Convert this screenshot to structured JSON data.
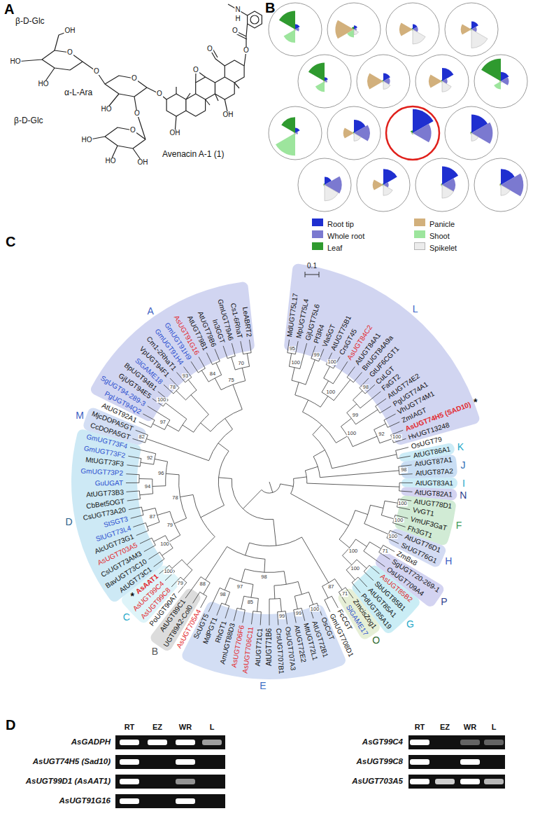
{
  "diagram": {
    "labels": [
      "A",
      "β-D-Glc",
      "α-L-Ara",
      "β-D-Glc",
      "Avenacin A-1 (1)",
      "HO",
      "OH",
      "O",
      "HO",
      "O",
      "O",
      "HO",
      "O",
      "O",
      "O",
      "HO",
      "HO",
      "OH",
      "OH",
      "OH",
      "O",
      "O",
      "O",
      "O",
      "N",
      "H",
      "B",
      "C",
      "0.1",
      "MdUGT75L17",
      "MpUGT75L4",
      "GjUGT75L6",
      "Pf3R4",
      "Vla5GT",
      "AtUGT75B1",
      "CrsGT45",
      "AsUGT84C2",
      "AtUGT84A1",
      "BnUGT84A9a",
      "GtUF6CGT1",
      "CuLGT",
      "FaGT2",
      "AtUGT74E2",
      "PgUGT74A1",
      "VhUGT74M1",
      "ZmIAGT",
      "AsUGT74H5 (SAD10)",
      "HvUGT13248",
      "OsUGT79",
      "AtUGT86A1",
      "AtUGT87A1",
      "AtUGT87A2",
      "AtUGT83A1",
      "AtUGT82A1",
      "AtUGT78D1",
      "VvGT1",
      "VmUF3GaT",
      "Fh3GT1",
      "AtUGT76D1",
      "SrUGT76G1",
      "ZmBx8",
      "SgUGT720-269-1",
      "OsUGT709A4",
      "AsUGT85B2",
      "SbUGT85B1",
      "AtUGT85A1",
      "PdUGT85A19",
      "ZmcisZog1",
      "SlGAME17",
      "FcCGT",
      "GmUGT708D1",
      "OsCGT",
      "AtUGT72B1",
      "MtUGT72L1",
      "AtUGT72E2",
      "OsUGT707A3",
      "CrsUGT707B1",
      "AtUGT71B6",
      "AtUGT71C1",
      "AsUGT706C11",
      "AsUGT706F6",
      "AmUGT88D3",
      "RhGT1",
      "MdPGT1",
      "ScUGT5",
      "AsUGT705A4",
      "UGT89A2-Col0",
      "AtUGT89C1",
      "PoUGT90A7",
      "AsUGT99C8",
      "AsUGT99C4",
      "AsAAT1",
      "AtUGT73C1",
      "BavUGT73C10",
      "CsUGT73AM3",
      "AsUGT703A5",
      "AlcUGT73G1",
      "SlUGT73L4",
      "StSGT3",
      "CsUGT73A20",
      "CbBet5OGT",
      "AtUGT73B3",
      "GuUGAT",
      "GmUGT73P2",
      "MtUGT73F3",
      "GmUGT73F2",
      "GmUGT73F4",
      "CcDOPA5GT",
      "MjcDOPA5GT",
      "AtUGT92A1",
      "PgUGT94Q2",
      "SgUGT94-289-3",
      "GjUGT94E5",
      "BpUGT94B1",
      "SlGAME18",
      "VpUGT94F1",
      "Cm1-2RhaT1",
      "GmUGT91H4",
      "GmUGT91H9",
      "AsUGT91G16",
      "AtUGT79B1",
      "AtUGT79B6",
      "In3GGT",
      "GmUGT79A6",
      "Cs1-6RhaT",
      "LeABRT2",
      "L",
      "K",
      "J",
      "I",
      "N",
      "F",
      "H",
      "P",
      "G",
      "O",
      "E",
      "B",
      "C",
      "D",
      "M",
      "A",
      "*",
      "*",
      "95",
      "100",
      "99",
      "100",
      "100",
      "98",
      "99",
      "100",
      "92",
      "100",
      "98",
      "100",
      "100",
      "100",
      "71",
      "100",
      "100",
      "71",
      "87",
      "100",
      "99",
      "99",
      "98",
      "85",
      "97",
      "98",
      "88",
      "79",
      "100",
      "100",
      "79",
      "87",
      "78",
      "94",
      "96",
      "92",
      "82",
      "97",
      "100",
      "78",
      "93",
      "84",
      "75",
      "70",
      "D",
      "RT",
      "EZ",
      "WR",
      "L",
      "AsGADPH",
      "AsUGT74H5 (Sad10)",
      "AsUGT99D1 (AsAAT1)",
      "AsUGT91G16",
      "RT",
      "EZ",
      "WR",
      "L",
      "AsGT99C4",
      "AsUGT99C8",
      "AsUGT703A5"
    ],
    "legend": [
      {
        "text": "Root tip",
        "color": "#1f2fd0"
      },
      {
        "text": "Panicle",
        "color": "#d2b07c"
      },
      {
        "text": "Whole root",
        "color": "#7b79d0"
      },
      {
        "text": "Shoot",
        "color": "#9de59d"
      },
      {
        "text": "Leaf",
        "color": "#2f9a2f"
      },
      {
        "text": "Spikelet",
        "color": "#ececec"
      }
    ]
  }
}
